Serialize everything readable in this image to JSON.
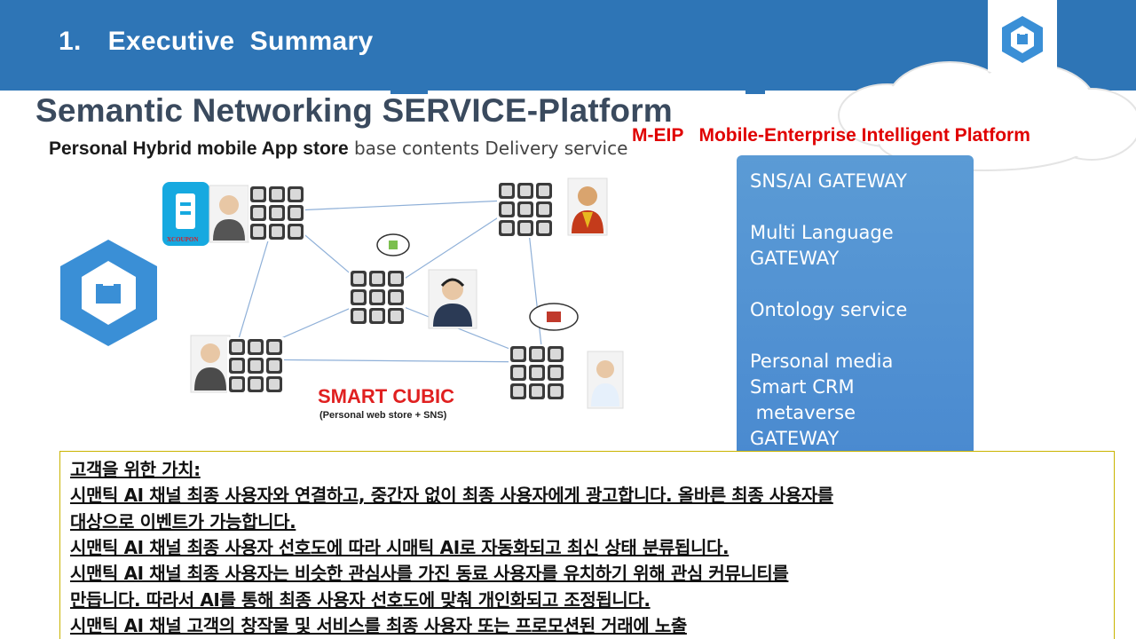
{
  "header": {
    "number": "1.",
    "title": "Executive  Summary"
  },
  "main_title": "Semantic Networking SERVICE-Platform",
  "subtitle": {
    "bold": "Personal Hybrid mobile App store",
    "rest": " base contents Delivery service"
  },
  "meip": {
    "abbr": "M-EIP",
    "full": "Mobile-Enterprise Intelligent Platform"
  },
  "gateway_box": {
    "lines": [
      "SNS/AI GATEWAY",
      "",
      "Multi Language",
      "GATEWAY",
      "",
      "Ontology service",
      "",
      "Personal media",
      "Smart CRM",
      " metaverse",
      "GATEWAY"
    ]
  },
  "diagram": {
    "app_icon_label": "XCOUPON",
    "smart_cubic": "SMART CUBIC",
    "smart_cubic_sub": "(Personal web store + SNS)"
  },
  "value_box": {
    "lines": [
      "고객을 위한 가치:",
      "시맨틱 AI 채널 최종 사용자와 연결하고, 중간자 없이 최종 사용자에게 광고합니다. 올바른 최종 사용자를",
      "대상으로 이벤트가 가능합니다.",
      "시맨틱 AI 채널 최종 사용자 선호도에 따라 시매틱 AI로 자동화되고 최신 상태 분류됩니다.",
      "시맨틱 AI 채널 최종 사용자는 비슷한 관심사를 가진 동료 사용자를 유치하기 위해 관심 커뮤니티를",
      "만듭니다. 따라서 AI를 통해 최종 사용자 선호도에 맞춰 개인화되고 조정됩니다.",
      "시맨틱 AI 채널 고객의 창작물 및 서비스를 최종 사용자 또는 프로모션된 거래에 노출"
    ]
  },
  "colors": {
    "header_blue": "#2e75b6",
    "gateway_blue": "#5b9bd5",
    "accent_red": "#e00000",
    "title_gray": "#3a4a5e",
    "box_border": "#c9b400"
  }
}
